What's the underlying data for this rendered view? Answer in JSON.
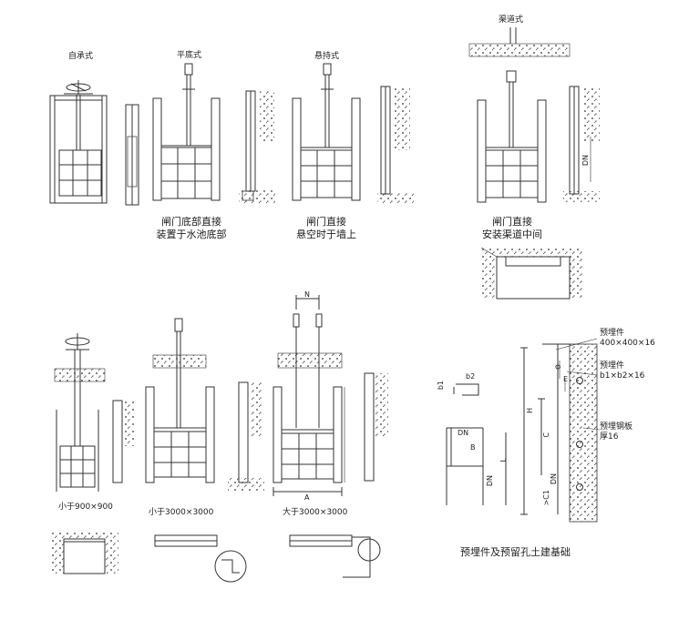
{
  "top_labels": {
    "self_bearing": "自承式",
    "flat_bottom": "平底式",
    "suspended": "悬持式",
    "channel": "渠道式"
  },
  "captions": {
    "flat_bottom_l1": "闸门底部直接",
    "flat_bottom_l2": "装置于水池底部",
    "suspended_l1": "闸门直接",
    "suspended_l2": "悬空时于墙上",
    "channel_l1": "闸门直接",
    "channel_l2": "安装渠道中间",
    "foundation": "预埋件及预留孔土建基础"
  },
  "size_labels": {
    "small": "小于900×900",
    "medium": "小于3000×3000",
    "large": "大于3000×3000"
  },
  "dimensions": {
    "n": "N",
    "a": "A",
    "dn": "DN",
    "b1": "b1",
    "b2": "b2",
    "b": "B",
    "l": "L",
    "h": "H",
    "c": "C",
    "c1": ">C1",
    "phi": "Φ",
    "e": "E"
  },
  "annotations": {
    "embed1": "预埋件",
    "embed1_size": "400×400×16",
    "embed2": "预埋件",
    "embed2_size": "b1×b2×16",
    "steel_plate": "预埋钢板",
    "steel_thk": "厚16"
  }
}
